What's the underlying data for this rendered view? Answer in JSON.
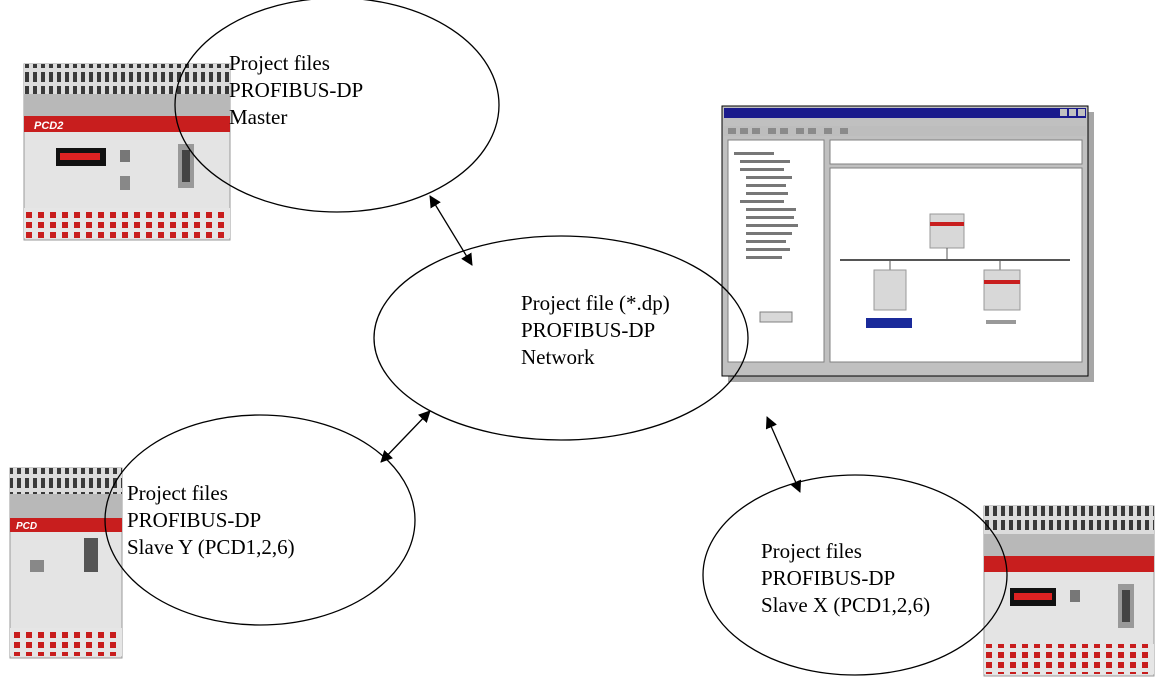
{
  "nodes": {
    "master": {
      "lines": [
        "Project files",
        "PROFIBUS-DP",
        "Master"
      ]
    },
    "network": {
      "lines": [
        "Project file (*.dp)",
        "PROFIBUS-DP",
        "Network"
      ]
    },
    "slave_y": {
      "lines": [
        "Project files",
        "PROFIBUS-DP",
        "Slave Y (PCD1,2,6)"
      ]
    },
    "slave_x": {
      "lines": [
        "Project files",
        "PROFIBUS-DP",
        "Slave X (PCD1,2,6)"
      ]
    }
  },
  "devices": {
    "pcd2_badge": "PCD2",
    "pcd1_badge": "PCD"
  },
  "colors": {
    "device_body": "#e4e4e4",
    "device_red": "#c81e1e",
    "window_title": "#1a1a8c",
    "window_face": "#c0c0c0",
    "selection": "#1a2a9a"
  }
}
